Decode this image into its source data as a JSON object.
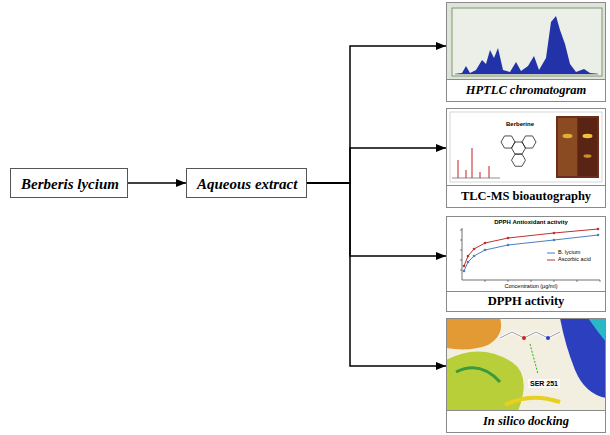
{
  "diagram": {
    "nodes": [
      {
        "text": [
          "Berberis lycium"
        ]
      },
      {
        "text": [
          "Aqueous extract"
        ]
      },
      {
        "text": [
          "HPTLC chromatogram"
        ]
      },
      {
        "text": [
          "TLC-MS bioautography"
        ]
      },
      {
        "text": [
          "DPPH activity"
        ]
      },
      {
        "text": [
          "In silico docking"
        ]
      }
    ],
    "edges": [
      {
        "from": 0,
        "to": 1,
        "arrow": "to"
      },
      {
        "from": 1,
        "to": 2,
        "arrow": "to"
      },
      {
        "from": 1,
        "to": 3,
        "arrow": "to"
      },
      {
        "from": 1,
        "to": 4,
        "arrow": "to"
      },
      {
        "from": 1,
        "to": 5,
        "arrow": "to"
      }
    ],
    "labels": [
      "Berberine",
      "DPPH Antioxidant activity",
      "B. lycium",
      "Ascorbic acid",
      "Concentration (µg/ml)",
      "SER 251"
    ]
  }
}
